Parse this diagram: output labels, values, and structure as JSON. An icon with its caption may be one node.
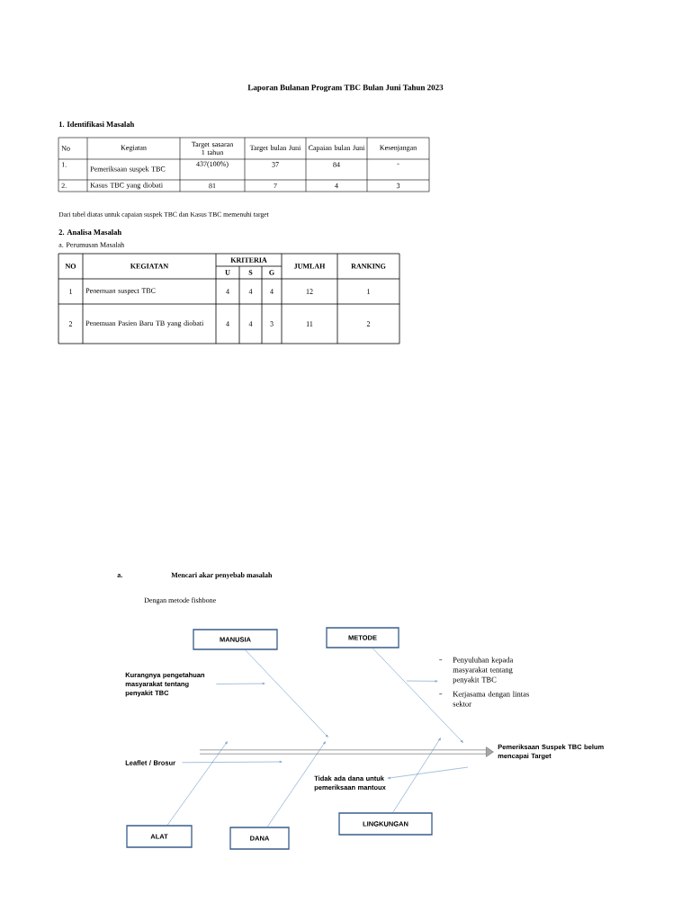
{
  "diagram": {
    "title": "Laporan Bulanan Program TBC Bulan Juni Tahun 2023",
    "nodes": [
      {
        "text": [
          "MANUSIA"
        ]
      },
      {
        "text": [
          "METODE"
        ]
      },
      {
        "text": [
          "Kurangnya pengetahuan masyarakat tentang penyakit TBC"
        ]
      },
      {
        "text": [
          "Penyuluhan kepada masyarakat tentang penyakit TBC",
          "Kerjasama dengan lintas sektor"
        ]
      },
      {
        "text": [
          "Pemeriksaan Suspek TBC belum mencapai Target"
        ]
      },
      {
        "text": [
          "Leaflet / Brosur"
        ]
      },
      {
        "text": [
          "Tidak ada dana untuk pemeriksaan mantoux"
        ]
      },
      {
        "text": [
          "LINGKUNGAN"
        ]
      },
      {
        "text": [
          "ALAT"
        ]
      },
      {
        "text": [
          "DANA"
        ]
      }
    ],
    "edges": [
      {
        "from": null,
        "to": 4,
        "arrow": "to",
        "style": "thick",
        "color": "#7f7f7f"
      },
      {
        "from": 0,
        "to": null,
        "arrow": "to"
      },
      {
        "from": 1,
        "to": null,
        "arrow": "to"
      },
      {
        "from": 8,
        "to": null,
        "arrow": "to"
      },
      {
        "from": 9,
        "to": null,
        "arrow": "to"
      },
      {
        "from": 7,
        "to": null,
        "arrow": "to"
      },
      {
        "from": 2,
        "to": null,
        "arrow": "to"
      },
      {
        "from": null,
        "to": 3,
        "arrow": "to"
      },
      {
        "from": 5,
        "to": null,
        "arrow": "to"
      },
      {
        "from": null,
        "to": 6,
        "arrow": "to"
      }
    ],
    "labels": [
      "1. Identifikasi Masalah",
      "No",
      "Kegiatan",
      "Target sasaran 1 tahun",
      "Target bulan Juni",
      "Capaian bulan Juni",
      "Kesenjangan",
      "1.",
      "Pemeriksaan suspek TBC",
      "437(100%)",
      "37",
      "84",
      "-",
      "2.",
      "Kasus TBC yang diobati",
      "81",
      "7",
      "4",
      "3",
      "Dari tabel diatas untuk capaian suspek TBC dan Kasus TBC memenuhi target",
      "2. Analisa Masalah",
      "a. Perumusan Masalah",
      "NO",
      "KEGIATAN",
      "KRITERIA",
      "JUMLAH",
      "RANKING",
      "U",
      "S",
      "G",
      "1",
      "Penemuan suspect TBC",
      "4",
      "4",
      "4",
      "12",
      "1",
      "2",
      "Penemuan Pasien Baru TB yang diobati",
      "4",
      "4",
      "3",
      "11",
      "2",
      "a.",
      "Mencari akar penyebab masalah",
      "Dengan metode fishbone"
    ]
  }
}
